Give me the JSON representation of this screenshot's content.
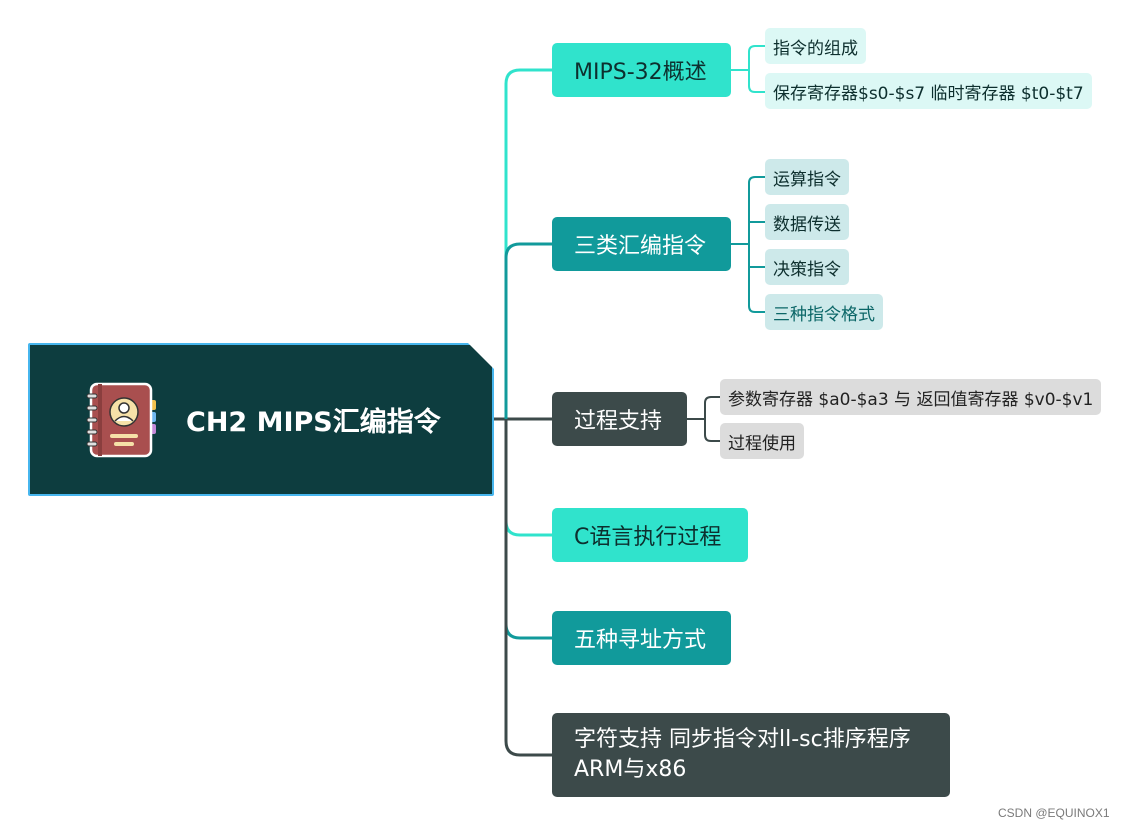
{
  "root": {
    "label": "CH2 MIPS汇编指令",
    "icon": "address-book-icon"
  },
  "branches": [
    {
      "label": "MIPS-32概述",
      "children": [
        "指令的组成",
        "保存寄存器$s0-$s7  临时寄存器 $t0-$t7"
      ]
    },
    {
      "label": "三类汇编指令",
      "children": [
        "运算指令",
        "数据传送",
        "决策指令",
        "三种指令格式"
      ]
    },
    {
      "label": "过程支持",
      "children": [
        "参数寄存器 $a0-$a3 与 返回值寄存器 $v0-$v1",
        "过程使用"
      ]
    },
    {
      "label": "C语言执行过程",
      "children": []
    },
    {
      "label": "五种寻址方式",
      "children": []
    },
    {
      "label": "字符支持 同步指令对ll-sc排序程序ARM与x86",
      "children": []
    }
  ],
  "colors": {
    "root_fill": "#0d3d3f",
    "root_border": "#47b6ee",
    "teal": "#30e3cc",
    "dark_teal": "#119a9b",
    "dark_grey": "#3c4a4a",
    "mint": "#dcf8f5",
    "pale_teal": "#cde9ea",
    "grey": "#dcdcdc"
  },
  "watermark": "CSDN @EQUINOX1"
}
